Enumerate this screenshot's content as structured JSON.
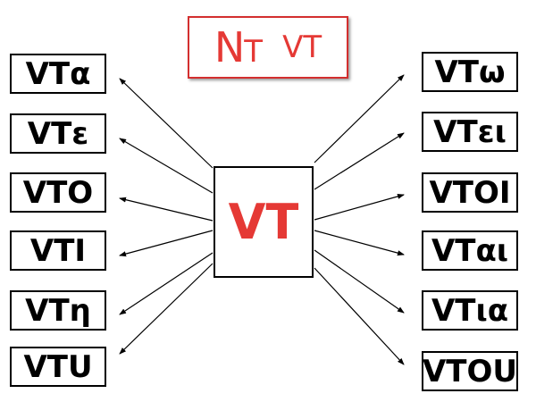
{
  "title": {
    "first": "N",
    "second": "T",
    "third": "VT"
  },
  "center_label": "VT",
  "left_boxes": [
    "VTα",
    "VTε",
    "VTO",
    "VTI",
    "VTη",
    "VTU"
  ],
  "right_boxes": [
    "VTω",
    "VTει",
    "VTOI",
    "VTαι",
    "VTια",
    "VTOU"
  ],
  "colors": {
    "accent": "#e53935",
    "border": "#000000"
  }
}
